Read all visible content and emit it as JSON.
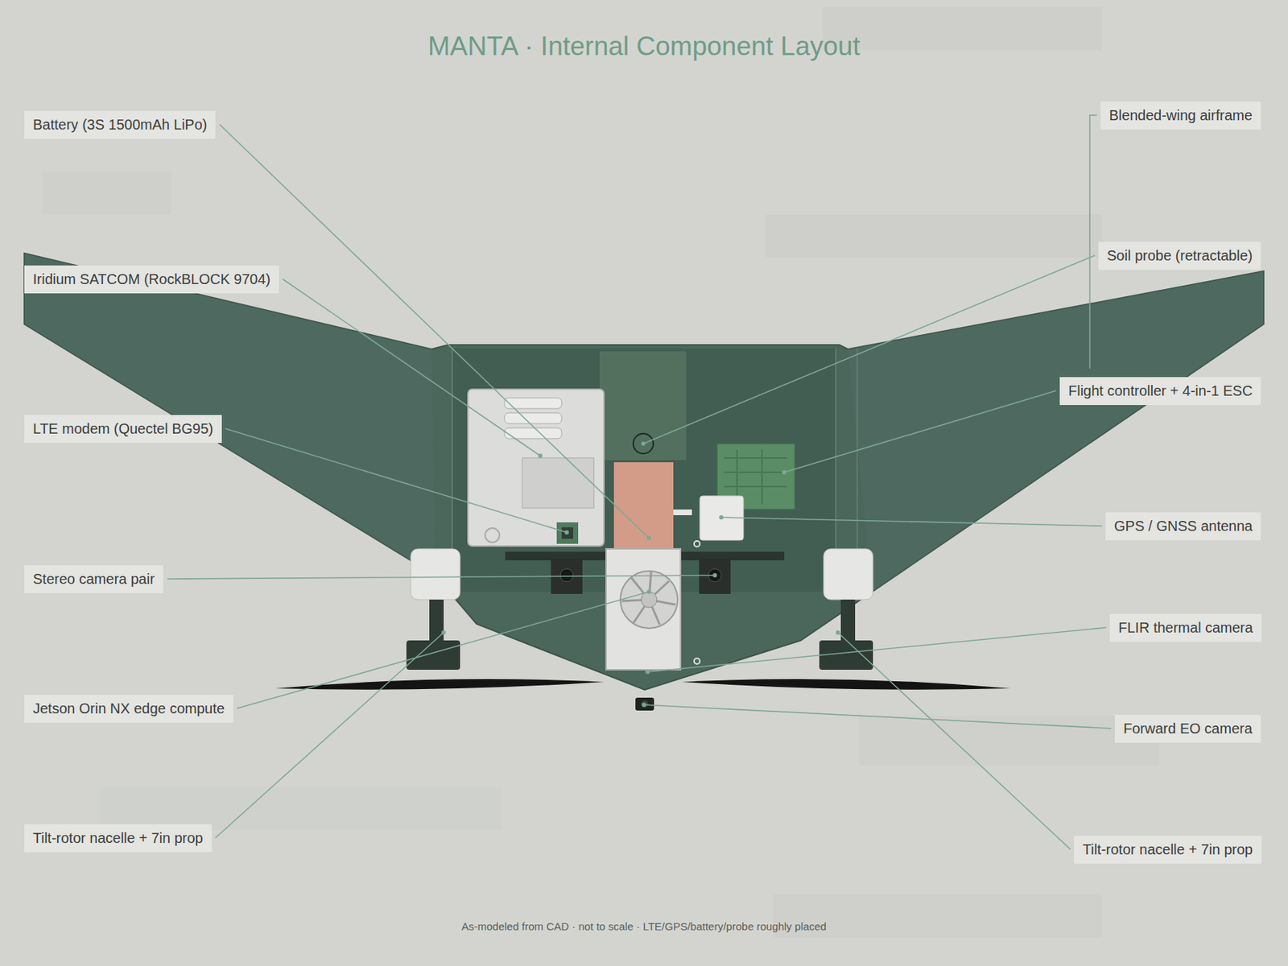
{
  "diagram": {
    "title": "MANTA · Internal Component Layout",
    "caption": "As-modeled from CAD · not to scale · LTE/GPS/battery/probe roughly placed",
    "nodes": [
      {
        "text": [
          "Battery (3S 1500mAh LiPo)"
        ]
      },
      {
        "text": [
          "Blended-wing airframe"
        ]
      },
      {
        "text": [
          "Iridium SATCOM (RockBLOCK 9704)"
        ]
      },
      {
        "text": [
          "Soil probe (retractable)"
        ]
      },
      {
        "text": [
          "Flight controller + 4-in-1 ESC"
        ]
      },
      {
        "text": [
          "LTE modem (Quectel BG95)"
        ]
      },
      {
        "text": [
          "GPS / GNSS antenna"
        ]
      },
      {
        "text": [
          "Stereo camera pair"
        ]
      },
      {
        "text": [
          "FLIR thermal camera"
        ]
      },
      {
        "text": [
          "Jetson Orin NX edge compute"
        ]
      },
      {
        "text": [
          "Forward EO camera"
        ]
      },
      {
        "text": [
          "Tilt-rotor nacelle + 7in prop"
        ]
      },
      {
        "text": [
          "Tilt-rotor nacelle + 7in prop"
        ]
      }
    ]
  }
}
